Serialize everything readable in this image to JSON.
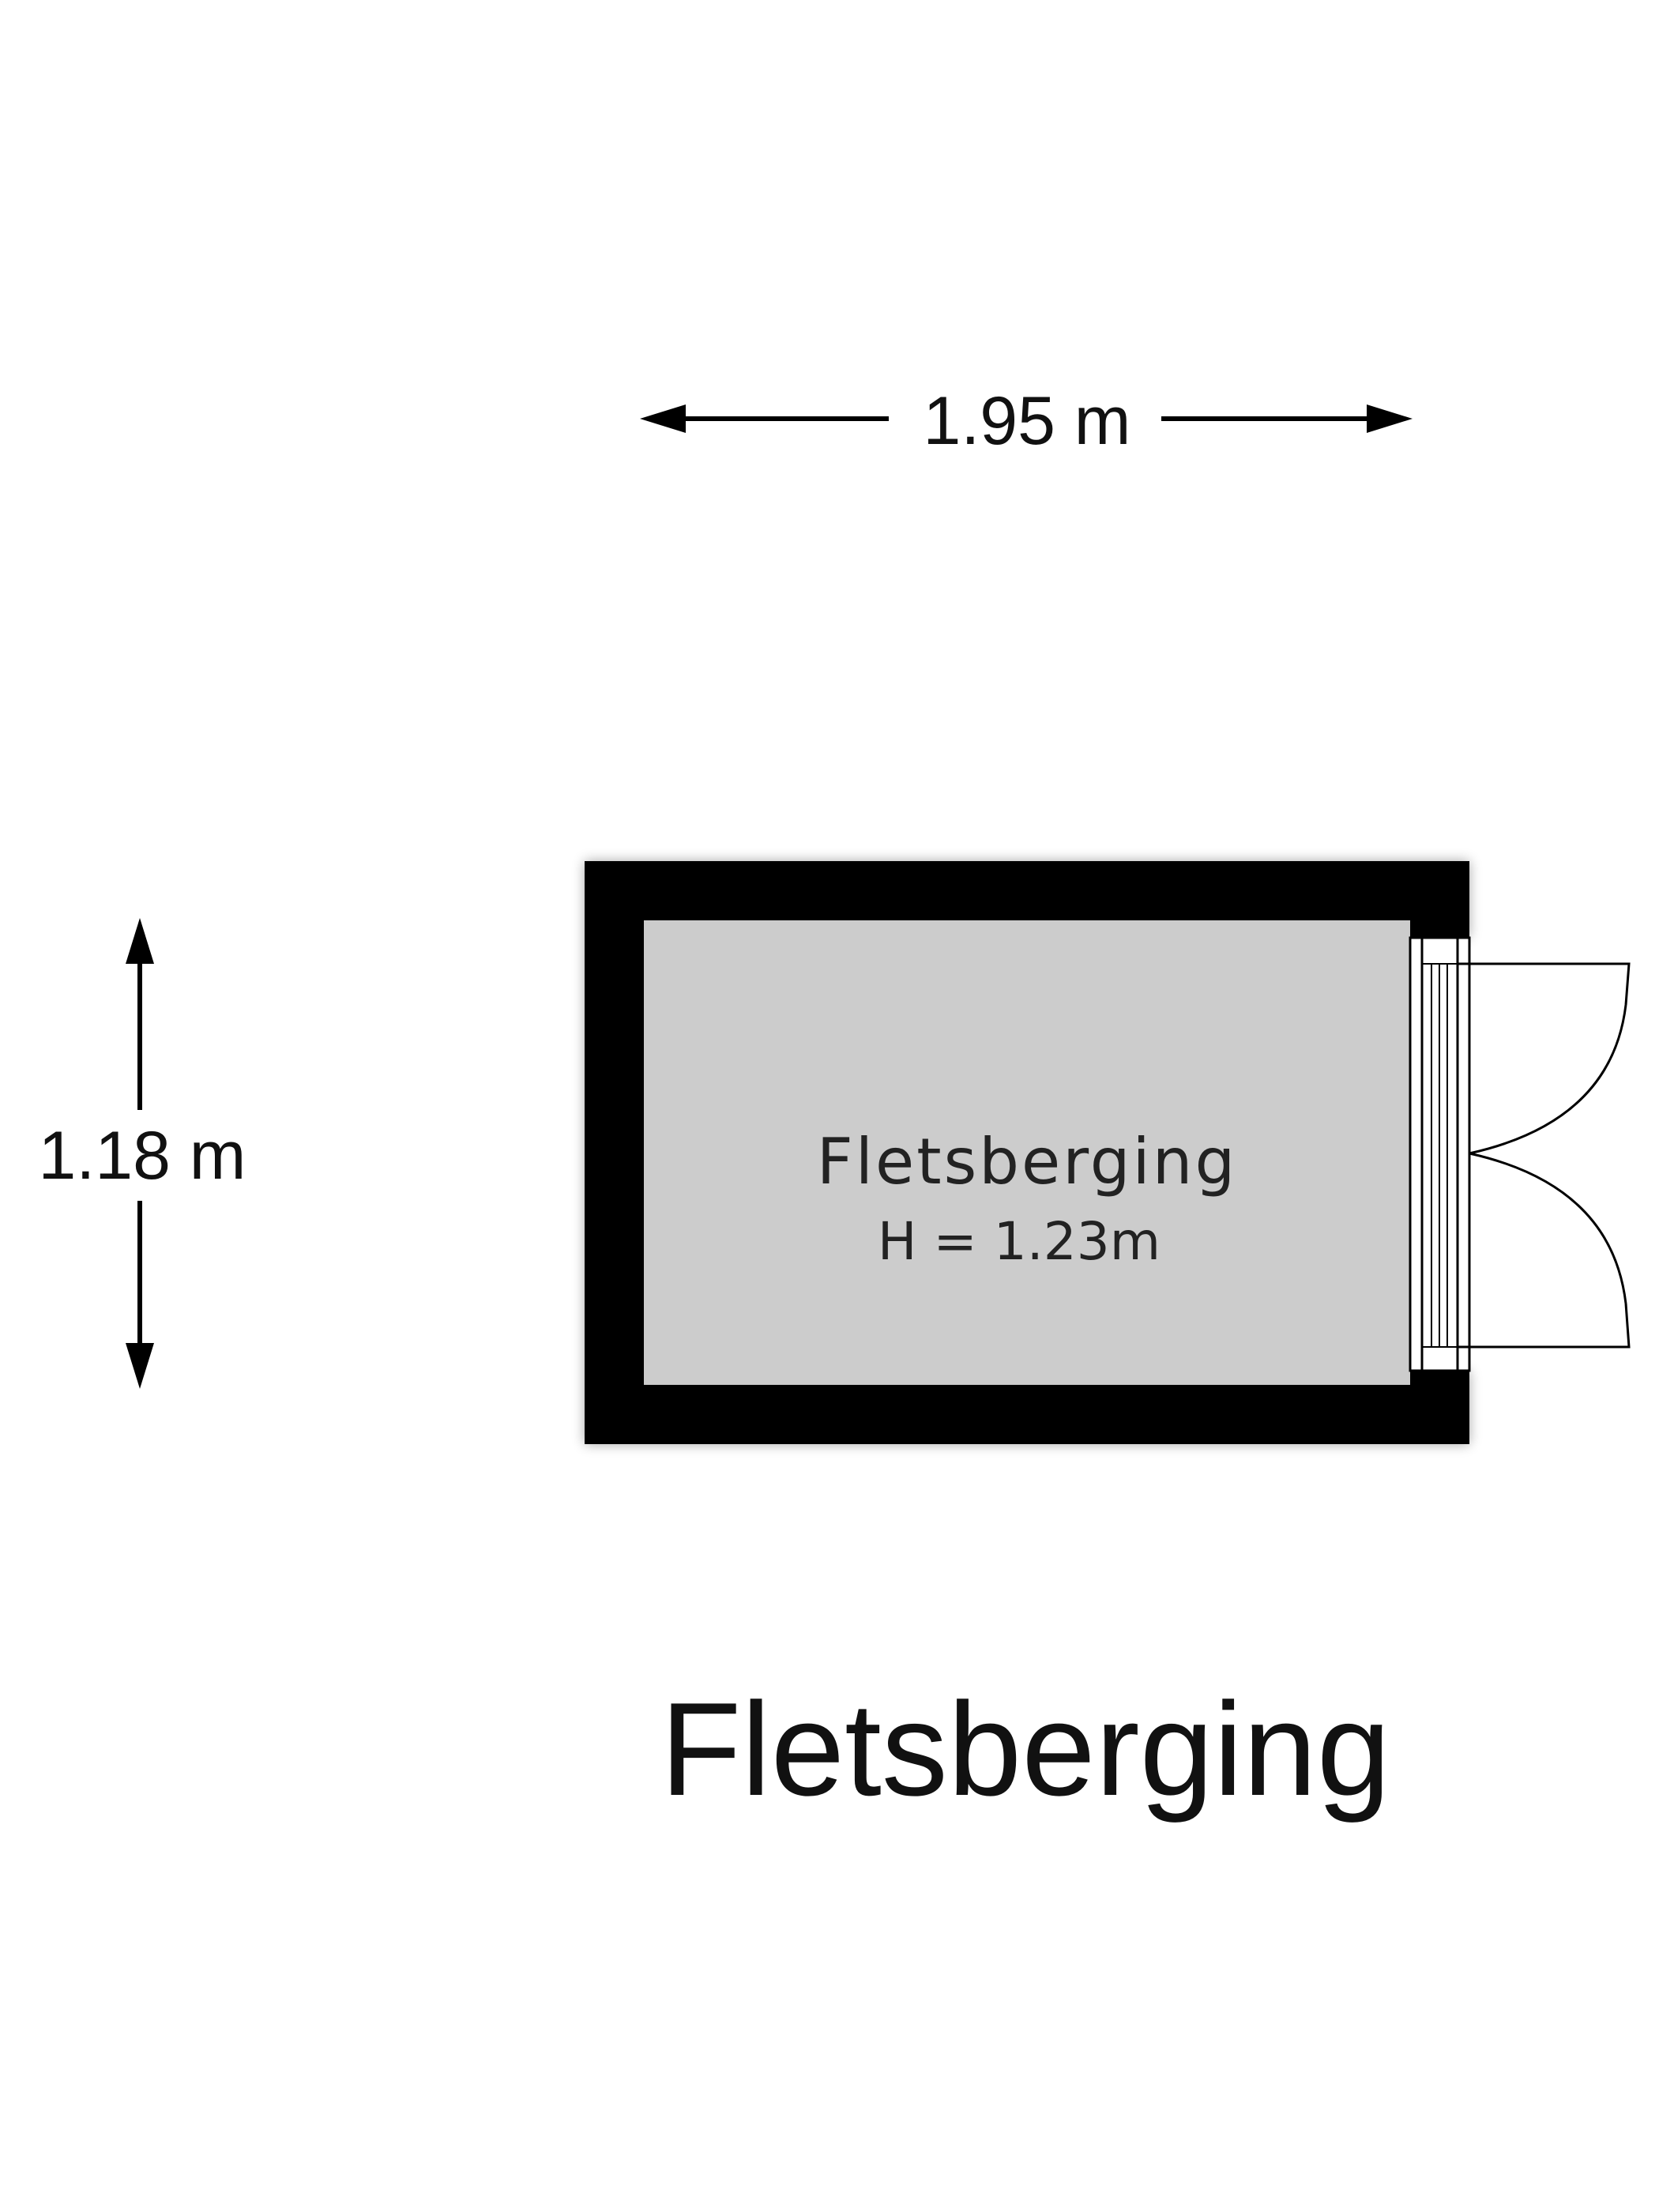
{
  "dimensions": {
    "width_label": "1.95 m",
    "depth_label": "1.18 m"
  },
  "room": {
    "name": "Fletsberging",
    "height_label": "H = 1.23m"
  },
  "plan_title": "Fletsberging",
  "colors": {
    "wall": "#000000",
    "floor": "#cccccc",
    "line": "#000000",
    "background": "#ffffff"
  }
}
